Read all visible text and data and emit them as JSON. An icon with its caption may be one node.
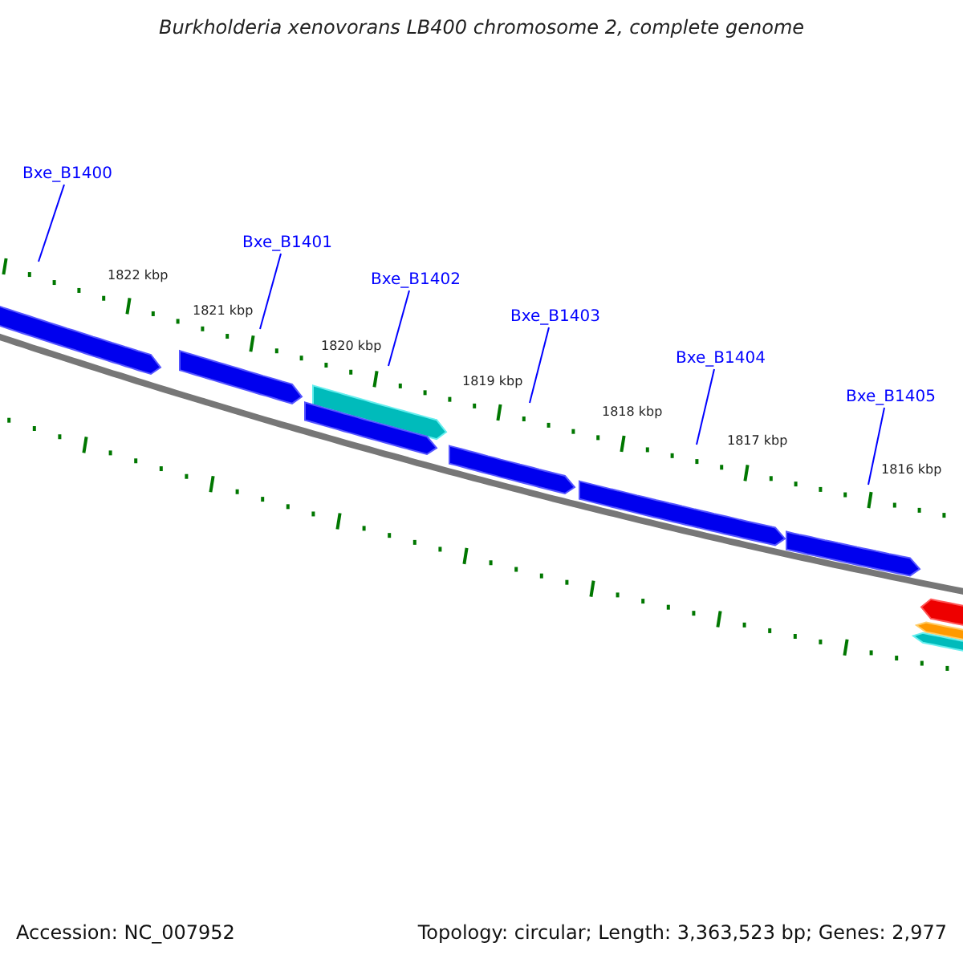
{
  "diagram": {
    "title": "Burkholderia xenovorans LB400 chromosome 2, complete genome",
    "nodes": [
      {
        "text": [
          "Bxe_B1400"
        ]
      },
      {
        "text": [
          "Bxe_B1401"
        ]
      },
      {
        "text": [
          "Bxe_B1402"
        ]
      },
      {
        "text": [
          "Bxe_B1403"
        ]
      },
      {
        "text": [
          "Bxe_B1404"
        ]
      },
      {
        "text": [
          "Bxe_B1405"
        ]
      }
    ],
    "edges": [
      {
        "from": 0,
        "to": null,
        "arrow": "none"
      },
      {
        "from": 1,
        "to": null,
        "arrow": "none"
      },
      {
        "from": 2,
        "to": null,
        "arrow": "none"
      },
      {
        "from": 3,
        "to": null,
        "arrow": "none"
      },
      {
        "from": 4,
        "to": null,
        "arrow": "none"
      },
      {
        "from": 5,
        "to": null,
        "arrow": "none"
      }
    ],
    "labels": [
      "1822 kbp",
      "1821 kbp",
      "1820 kbp",
      "1819 kbp",
      "1818 kbp",
      "1817 kbp",
      "1816 kbp",
      "Accession: NC_007952",
      "Topology: circular; Length: 3,363,523 bp; Genes: 2,977"
    ]
  }
}
